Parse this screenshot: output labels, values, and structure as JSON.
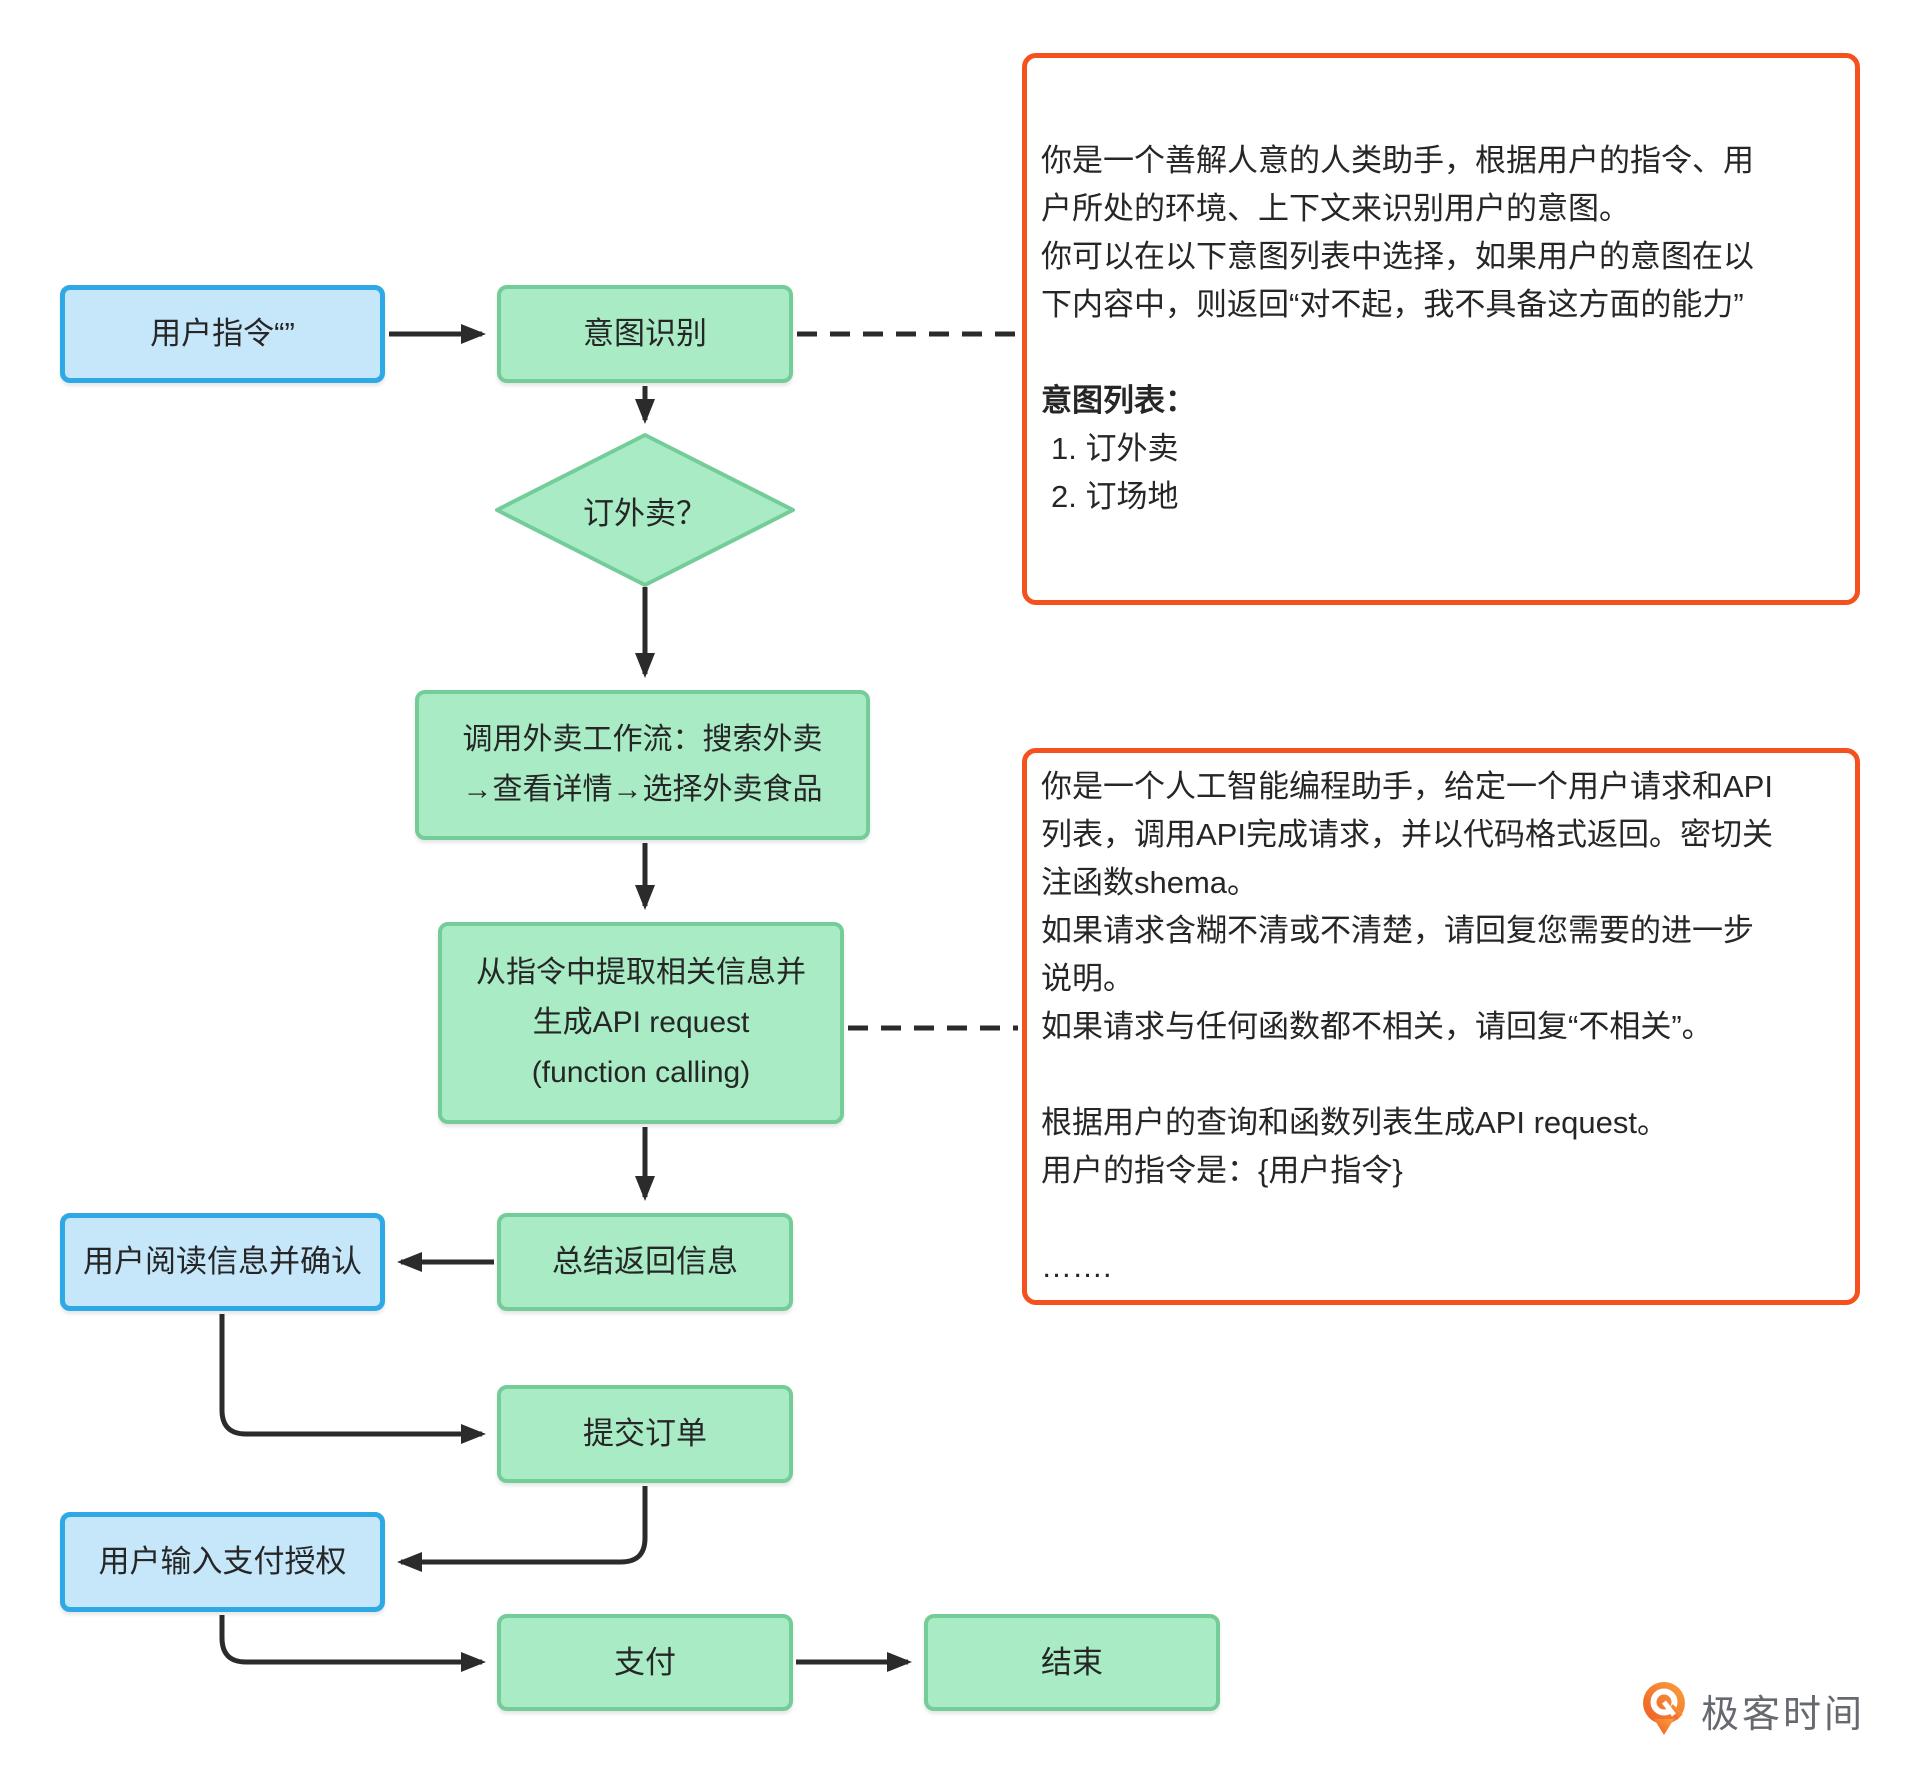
{
  "flowchart": {
    "nodes": {
      "user_instruction": "用户指令“”",
      "intent_recognition": "意图识别",
      "order_takeout_decision": "订外卖？",
      "takeout_workflow_lines": [
        "调用外卖工作流：搜索外卖",
        "→查看详情→选择外卖食品"
      ],
      "extract_info_lines": [
        "从指令中提取相关信息并",
        "生成API request",
        "(function calling)"
      ],
      "summarize_return": "总结返回信息",
      "user_read_confirm": "用户阅读信息并确认",
      "submit_order": "提交订单",
      "user_payment_auth": "用户输入支付授权",
      "pay": "支付",
      "end": "结束"
    },
    "prompt_box_intent": {
      "paragraph_lines": [
        "你是一个善解人意的人类助手，根据用户的指令、用",
        "户所处的环境、上下文来识别用户的意图。",
        "你可以在以下意图列表中选择，如果用户的意图在以",
        "下内容中，则返回“对不起，我不具备这方面的能力”"
      ],
      "list_title": "意图列表：",
      "list_items": [
        "1. 订外卖",
        "2. 订场地"
      ]
    },
    "prompt_box_function_calling": {
      "lines": [
        "你是一个人工智能编程助手，给定一个用户请求和API",
        "列表，调用API完成请求，并以代码格式返回。密切关",
        "注函数shema。",
        "如果请求含糊不清或不清楚，请回复您需要的进一步",
        "说明。",
        "如果请求与任何函数都不相关，请回复“不相关”。",
        "",
        "根据用户的查询和函数列表生成API request。",
        "用户的指令是：{用户指令}",
        "",
        "……."
      ]
    }
  },
  "branding": {
    "logo_text": "极客时间",
    "logo_icon": "geektime-pin-icon",
    "logo_orange_top": "#F9A13C",
    "logo_orange_bottom": "#EF5B25",
    "logo_text_color": "#66696E"
  },
  "colors": {
    "blue_fill": "#C6E7FA",
    "blue_border": "#2FA9E5",
    "green_fill": "#A8EBC5",
    "green_border": "#74CD99",
    "red_border": "#F4511E",
    "arrow": "#2B2B2B",
    "text": "#262626"
  }
}
